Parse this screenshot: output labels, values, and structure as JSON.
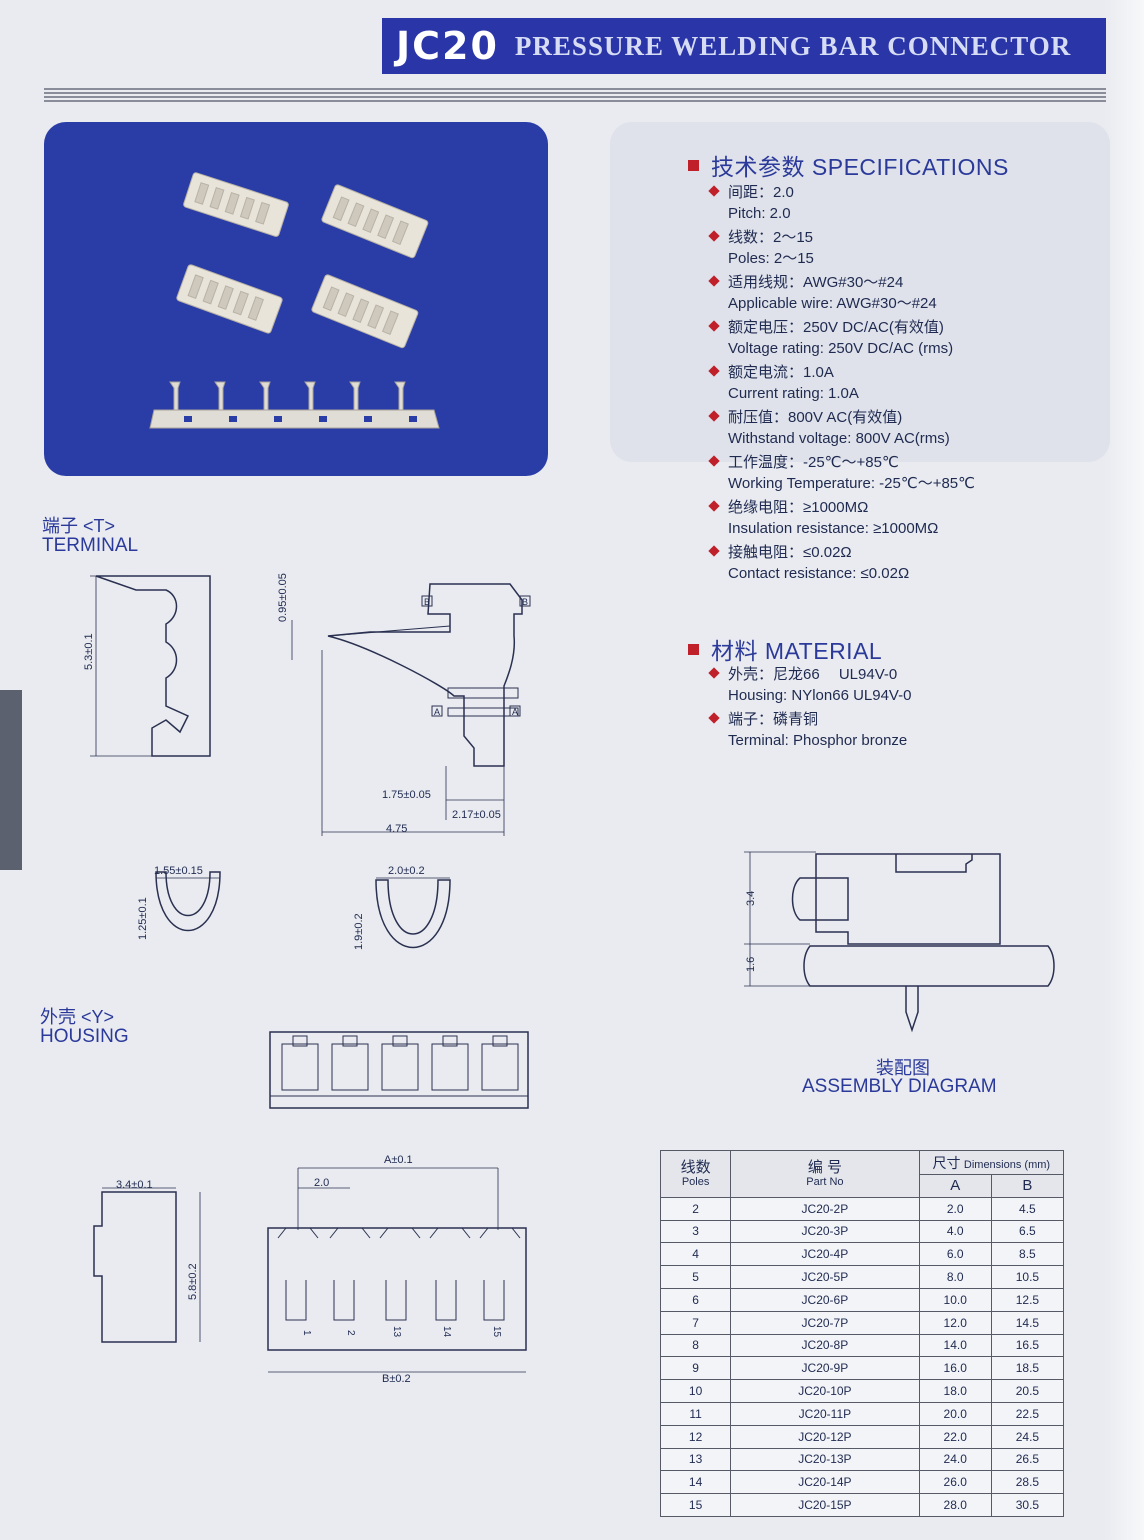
{
  "header": {
    "model": "JC20",
    "title": "PRESSURE WELDING BAR CONNECTOR"
  },
  "specifications": {
    "title": "技术参数 SPECIFICATIONS",
    "items": [
      {
        "cn": "间距：2.0",
        "en": "Pitch: 2.0"
      },
      {
        "cn": "线数：2～15",
        "en": "Poles: 2～15"
      },
      {
        "cn": "适用线规：AWG#30～#24",
        "en": "Applicable wire: AWG#30～#24"
      },
      {
        "cn": "额定电压：250V DC/AC(有效值)",
        "en": "Voltage rating: 250V DC/AC (rms)"
      },
      {
        "cn": "额定电流：1.0A",
        "en": "Current rating: 1.0A"
      },
      {
        "cn": "耐压值：800V AC(有效值)",
        "en": "Withstand voltage: 800V AC(rms)"
      },
      {
        "cn": "工作温度：-25℃～+85℃",
        "en": "Working Temperature: -25℃～+85℃"
      },
      {
        "cn": "绝缘电阻：≥1000MΩ",
        "en": "Insulation resistance: ≥1000MΩ"
      },
      {
        "cn": "接触电阻：≤0.02Ω",
        "en": "Contact resistance: ≤0.02Ω"
      }
    ]
  },
  "material": {
    "title": "材料 MATERIAL",
    "items": [
      {
        "cn": "外壳：尼龙66　 UL94V-0",
        "en": "Housing:  NYlon66   UL94V-0"
      },
      {
        "cn": "端子：磷青铜",
        "en": "Terminal:  Phosphor bronze"
      }
    ]
  },
  "terminal": {
    "label_cn": "端子 <T>",
    "label_en": "TERMINAL",
    "dims": [
      "5.3±0.1",
      "0.95±0.05",
      "1.75±0.05",
      "2.17±0.05",
      "4.75",
      "1.55±0.15",
      "1.25±0.1",
      "2.0±0.2",
      "1.9±0.2",
      "B",
      "B",
      "A",
      "A"
    ]
  },
  "housing": {
    "label_cn": "外壳 <Y>",
    "label_en": "HOUSING",
    "dims": [
      "3.4±0.1",
      "5.8±0.2",
      "A±0.1",
      "2.0",
      "B±0.2"
    ],
    "pin_labels": [
      "1",
      "2",
      "13",
      "14",
      "15"
    ]
  },
  "assembly": {
    "label_cn": "装配图",
    "label_en": "ASSEMBLY DIAGRAM",
    "dims": [
      "3.4",
      "1.6"
    ]
  },
  "table": {
    "h_poles_cn": "线数",
    "h_poles_en": "Poles",
    "h_part_cn": "编 号",
    "h_part_en": "Part  No",
    "h_dims_cn": "尺寸",
    "h_dims_en": "Dimensions (mm)",
    "h_a": "A",
    "h_b": "B",
    "rows": [
      [
        "2",
        "JC20-2P",
        "2.0",
        "4.5"
      ],
      [
        "3",
        "JC20-3P",
        "4.0",
        "6.5"
      ],
      [
        "4",
        "JC20-4P",
        "6.0",
        "8.5"
      ],
      [
        "5",
        "JC20-5P",
        "8.0",
        "10.5"
      ],
      [
        "6",
        "JC20-6P",
        "10.0",
        "12.5"
      ],
      [
        "7",
        "JC20-7P",
        "12.0",
        "14.5"
      ],
      [
        "8",
        "JC20-8P",
        "14.0",
        "16.5"
      ],
      [
        "9",
        "JC20-9P",
        "16.0",
        "18.5"
      ],
      [
        "10",
        "JC20-10P",
        "18.0",
        "20.5"
      ],
      [
        "11",
        "JC20-11P",
        "20.0",
        "22.5"
      ],
      [
        "12",
        "JC20-12P",
        "22.0",
        "24.5"
      ],
      [
        "13",
        "JC20-13P",
        "24.0",
        "26.5"
      ],
      [
        "14",
        "JC20-14P",
        "26.0",
        "28.5"
      ],
      [
        "15",
        "JC20-15P",
        "28.0",
        "30.5"
      ]
    ]
  },
  "colors": {
    "header_bg": "#2a36a8",
    "photo_bg": "#2a3da6",
    "bullet": "#c0202a",
    "text": "#2b3a9a"
  }
}
